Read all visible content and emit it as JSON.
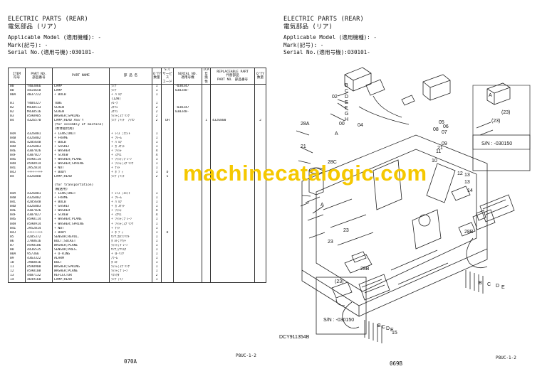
{
  "left_page": {
    "title": "ELECTRIC PARTS (REAR)",
    "title_jp": "電気部品 (リア)",
    "applicable_model": "Applicable Model (適用機種): -",
    "mark": "Mark(記号): -",
    "serial": "Serial No.(適用号機):030101-",
    "columns": [
      "ITEM 符号",
      "PART NO. 部品番号",
      "PART NAME",
      "部 品 名",
      "Q'TY 数量",
      "S.C サービス コード",
      "SERIAL NO. 適用号機",
      "ICA 互換性",
      "REPLACEABLE PART 代替部品",
      "Q'TY 数量"
    ],
    "col_item": "ITEM",
    "col_item_jp": "符号",
    "col_partno": "PART NO.",
    "col_partno_jp": "部品番号",
    "col_partname": "PART NAME",
    "col_jpname": "部 品 名",
    "col_qty": "Q'TY",
    "col_qty_jp": "数量",
    "col_sc": "S.C",
    "col_sc_jp": "サービス",
    "col_sc_jp2": "コード",
    "col_serial": "SERIAL NO.",
    "col_serial_jp": "適用号機",
    "col_ica": "ICA",
    "col_ica_jp": "互換性",
    "col_repl": "REPLACEABLE PART",
    "col_repl_jp": "代替部品",
    "col_repl_partno": "PART NO.",
    "col_repl_partno_jp": "部品番号",
    "col_repl_qty": "Q'TY",
    "col_repl_qty_jp": "数量",
    "rows": [
      [
        "00",
        "Y403066",
        "LAMP",
        "ﾗﾝﾌﾟ",
        "1",
        "",
        "-030347",
        "",
        "",
        ""
      ],
      [
        "00",
        "4414658",
        "LAMP",
        "ﾗﾝﾌﾟ",
        "1",
        "",
        "030348-",
        "",
        "",
        ""
      ],
      [
        "00A",
        "4037222",
        "+ BULB",
        "+ ﾊﾞﾙﾌﾞ",
        "1",
        "",
        "",
        "",
        "",
        ""
      ],
      [
        "",
        "",
        "",
        "(12W)",
        "",
        "",
        "",
        "",
        "",
        ""
      ],
      [
        "01",
        "Y404327",
        "TUBE",
        "ﾁｭｰﾌﾞ",
        "1",
        "",
        "",
        "",
        "",
        ""
      ],
      [
        "02",
        "M430513",
        "SCREW",
        "ｽｸﾘｭ",
        "2",
        "",
        "-030347",
        "",
        "",
        ""
      ],
      [
        "02",
        "M430516",
        "SCREW",
        "ｽｸﾘｭ",
        "2",
        "",
        "030348-",
        "",
        "",
        ""
      ],
      [
        "03",
        "A590905",
        "WASHER;SPRING",
        "ﾜｯｼｬ;ｽﾌﾟﾘﾝｸﾞ",
        "2",
        "",
        "",
        "",
        "",
        ""
      ],
      [
        "04",
        "4326570",
        "LAMP;HEAD ASS'Y",
        "ﾗﾝﾌﾟ;ﾍｯﾄﾞ ｱｯｾﾝ",
        "2",
        "DH",
        "",
        "1",
        "4326800",
        "2"
      ],
      [
        "",
        "",
        "(for assembly of machine)",
        "",
        "",
        "",
        "",
        "",
        "",
        ""
      ],
      [
        "",
        "",
        "(本体組付用)",
        "",
        "",
        "",
        "",
        "",
        "",
        ""
      ],
      [
        "04A",
        "4326801",
        "+ LENS;UNIT",
        "+ ﾚﾝｽﾞ;ﾕﾆｯﾄ",
        "1",
        "",
        "",
        "",
        "",
        ""
      ],
      [
        "04B",
        "4326802",
        "+ FRAME",
        "+ ﾌﾚｰﾑ",
        "1",
        "",
        "",
        "",
        "",
        ""
      ],
      [
        "04C",
        "4285648",
        "+ BULB",
        "+ ﾊﾞﾙﾌﾞ",
        "1",
        "",
        "",
        "",
        "",
        ""
      ],
      [
        "04D",
        "4326803",
        "+ GASKET",
        "+ ｶﾞｽｹｯﾄ",
        "1",
        "",
        "",
        "",
        "",
        ""
      ],
      [
        "04E",
        "4307026",
        "+ WASHER",
        "+ ﾜｯｼｬ",
        "4",
        "",
        "",
        "",
        "",
        ""
      ],
      [
        "04F",
        "4307027",
        "+ SCREW",
        "+ ｽｸﾘｭ",
        "4",
        "",
        "",
        "",
        "",
        ""
      ],
      [
        "04G",
        "A590114",
        "+ WASHER;PLANE",
        "+ ﾜｯｼｬ;ﾌﾟﾚｰﾝ",
        "1",
        "",
        "",
        "",
        "",
        ""
      ],
      [
        "04H",
        "A590914",
        "+ WASHER;SPRING",
        "+ ﾜｯｼｬ;ｽﾌﾟﾘﾝｸﾞ",
        "1",
        "",
        "",
        "",
        "",
        ""
      ],
      [
        "04I",
        "J952014",
        "+ NUT",
        "+ ﾅｯﾄ",
        "1",
        "",
        "",
        "",
        "",
        ""
      ],
      [
        "04J",
        "++++++++",
        "+ BODY",
        "+ ﾎﾞﾃﾞｨ",
        "1",
        "D",
        "",
        "",
        "",
        ""
      ],
      [
        "04",
        "4326800",
        "LAMP;HEAD",
        "ﾗﾝﾌﾟ;ﾍｯﾄﾞ",
        "2",
        "S",
        "",
        "",
        "",
        ""
      ],
      [
        "",
        "",
        "",
        "",
        "",
        "",
        "",
        "",
        "",
        ""
      ],
      [
        "",
        "",
        "(for transportation)",
        "",
        "",
        "",
        "",
        "",
        "",
        ""
      ],
      [
        "",
        "",
        "(輸送用)",
        "",
        "",
        "",
        "",
        "",
        "",
        ""
      ],
      [
        "04A",
        "4326801",
        "+ LENS;UNIT",
        "+ ﾚﾝｽﾞ;ﾕﾆｯﾄ",
        "1",
        "",
        "",
        "",
        "",
        ""
      ],
      [
        "04B",
        "4326802",
        "+ FRAME",
        "+ ﾌﾚｰﾑ",
        "1",
        "",
        "",
        "",
        "",
        ""
      ],
      [
        "04C",
        "4285648",
        "+ BULB",
        "+ ﾊﾞﾙﾌﾞ",
        "1",
        "",
        "",
        "",
        "",
        ""
      ],
      [
        "04D",
        "4326803",
        "+ GASKET",
        "+ ｶﾞｽｹｯﾄ",
        "1",
        "",
        "",
        "",
        "",
        ""
      ],
      [
        "04E",
        "4307026",
        "+ WASHER",
        "+ ﾜｯｼｬ",
        "4",
        "",
        "",
        "",
        "",
        ""
      ],
      [
        "04F",
        "4307027",
        "+ SCREW",
        "+ ｽｸﾘｭ",
        "4",
        "",
        "",
        "",
        "",
        ""
      ],
      [
        "04G",
        "A590114",
        "+ WASHER;PLANE",
        "+ ﾜｯｼｬ;ﾌﾟﾚｰﾝ",
        "1",
        "",
        "",
        "",
        "",
        ""
      ],
      [
        "04H",
        "A590914",
        "+ WASHER;SPRING",
        "+ ﾜｯｼｬ;ｽﾌﾟﾘﾝｸﾞ",
        "1",
        "",
        "",
        "",
        "",
        ""
      ],
      [
        "04I",
        "J952014",
        "+ NUT",
        "+ ﾅｯﾄ",
        "1",
        "",
        "",
        "",
        "",
        ""
      ],
      [
        "04J",
        "++++++++",
        "+ BODY",
        "+ ﾎﾞﾃﾞｨ",
        "1",
        "D",
        "",
        "",
        "",
        ""
      ],
      [
        "05",
        "4285372",
        "SENSOR;REVOL.",
        "ｾﾝｻ;ｶｲﾃﾝｿｸﾄﾞ",
        "1",
        "",
        "",
        "",
        "",
        ""
      ],
      [
        "06",
        "J780616",
        "BOLT;SOCKET",
        "ﾎﾞﾙﾄ;ｿｹｯﾄ",
        "1",
        "",
        "",
        "",
        "",
        ""
      ],
      [
        "07",
        "A590106",
        "WASHER;PLANE",
        "ﾜｯｼｬ;ﾌﾟﾚｰﾝ",
        "1",
        "",
        "",
        "",
        "",
        ""
      ],
      [
        "08",
        "4436535",
        "SENSOR;PRES.",
        "ｾﾝｻ;ｱﾂﾘｮｸ",
        "1",
        "",
        "",
        "",
        "",
        ""
      ],
      [
        "08A",
        "957366",
        "+ O-RING",
        "+ O-ﾘﾝｸﾞ",
        "1",
        "",
        "",
        "",
        "",
        ""
      ],
      [
        "09",
        "4363322",
        "ALARM",
        "ｱﾗｰﾑ",
        "1",
        "",
        "",
        "",
        "",
        ""
      ],
      [
        "10",
        "J900816",
        "BOLT",
        "ﾎﾞﾙﾄ",
        "1",
        "",
        "",
        "",
        "",
        ""
      ],
      [
        "11",
        "A590908",
        "WASHER;SPRING",
        "ﾜｯｼｬ;ｽﾌﾟﾘﾝｸﾞ",
        "1",
        "",
        "",
        "",
        "",
        ""
      ],
      [
        "12",
        "A590108",
        "WASHER;PLANE",
        "ﾜｯｼｬ;ﾌﾟﾚｰﾝ",
        "1",
        "",
        "",
        "",
        "",
        ""
      ],
      [
        "13",
        "4487132",
        "REFLECTOR",
        "ﾘﾌﾚｸﾀ",
        "2",
        "",
        "",
        "",
        "",
        ""
      ],
      [
        "14",
        "4649160",
        "LAMP;REAR",
        "ﾗﾝﾌﾟ;ﾘｱ",
        "1",
        "",
        "",
        "",
        "",
        ""
      ]
    ],
    "footer_code": "P8UC-1-2",
    "page_number": "070A"
  },
  "right_page": {
    "title": "ELECTRIC PARTS (REAR)",
    "title_jp": "電気部品 (リア)",
    "applicable_model": "Applicable Model (適用機種): -",
    "mark": "Mark(記号): -",
    "serial": "Serial No.(適用号機):030101-",
    "serial_note_1": "S/N : -030150",
    "serial_note_2": "S/N : -030150",
    "drawing_code": "DCY911354B",
    "footer_code": "P8UC-1-2",
    "page_number": "069B",
    "callouts": [
      "00",
      "02",
      "04",
      "05",
      "06",
      "07",
      "08",
      "09",
      "10",
      "11",
      "12",
      "13",
      "13",
      "14",
      "15",
      "21",
      "21",
      "23",
      "23",
      "28A",
      "28B",
      "28B",
      "28C",
      "A",
      "A",
      "A",
      "B",
      "B",
      "B",
      "C",
      "C",
      "C",
      "D",
      "D",
      "D",
      "E",
      "E",
      "E",
      "F",
      "G",
      "H",
      "(23)",
      "(23)",
      "(23)"
    ]
  },
  "watermark": "machinecatalogic.com"
}
